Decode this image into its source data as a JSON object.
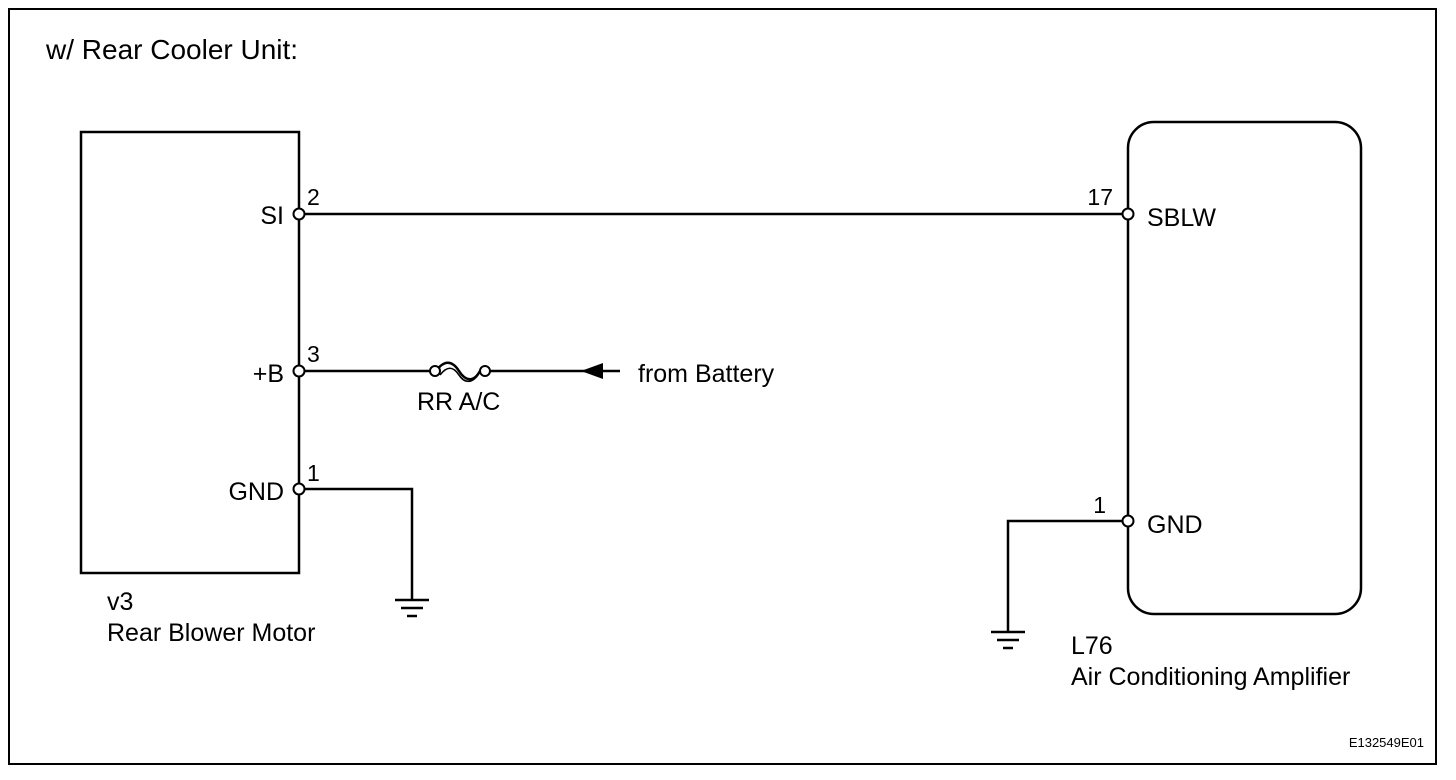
{
  "title": "w/ Rear Cooler Unit:",
  "figure_code": "E132549E01",
  "components": {
    "motor": {
      "code": "v3",
      "name": "Rear Blower Motor",
      "terminals": {
        "si": {
          "label": "SI",
          "pin": "2"
        },
        "b": {
          "label": "+B",
          "pin": "3"
        },
        "gnd": {
          "label": "GND",
          "pin": "1"
        }
      }
    },
    "amplifier": {
      "code": "L76",
      "name": "Air Conditioning Amplifier",
      "terminals": {
        "sblw": {
          "label": "SBLW",
          "pin": "17"
        },
        "gnd": {
          "label": "GND",
          "pin": "1"
        }
      }
    }
  },
  "fuse": {
    "name": "RR A/C"
  },
  "source": {
    "label": "from Battery"
  },
  "colors": {
    "line": "#000000",
    "background": "#ffffff"
  }
}
